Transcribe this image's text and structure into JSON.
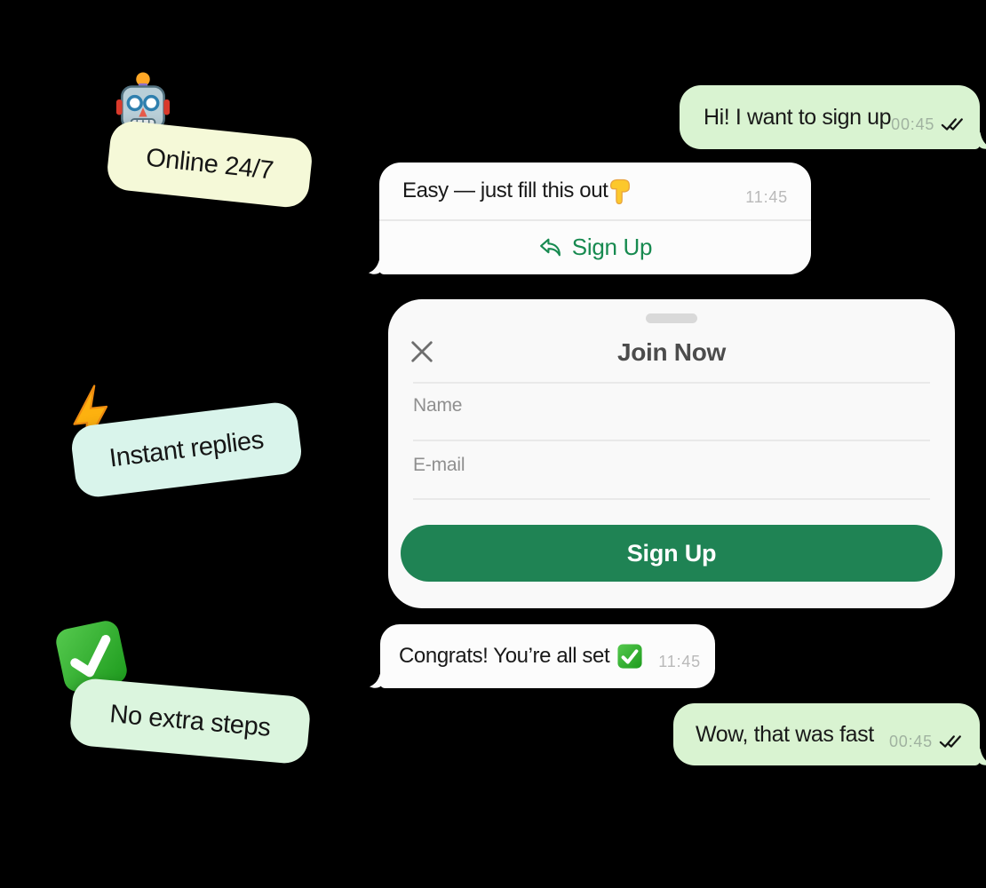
{
  "stickers": {
    "online": {
      "label": "Online 24/7",
      "icon": "robot-emoji",
      "bg": "#f5f9d8"
    },
    "instant": {
      "label": "Instant replies",
      "icon": "lightning-emoji",
      "bg": "#d9f4eb"
    },
    "noextra": {
      "label": "No extra steps",
      "icon": "check-emoji",
      "bg": "#dbf5de"
    }
  },
  "chat": {
    "outgoing_1": {
      "text": "Hi! I want to sign up",
      "time": "00:45",
      "status_icon": "double-check-icon"
    },
    "bot_prompt": {
      "text": "Easy — just fill this out",
      "icon": "pointing-down-emoji",
      "time": "11:45",
      "action_label": "Sign Up",
      "action_icon": "reply-arrow-icon"
    },
    "confirmation": {
      "text": "Congrats! You’re all set",
      "icon": "check-emoji",
      "time": "11:45"
    },
    "outgoing_2": {
      "text": "Wow, that was fast",
      "time": "00:45",
      "status_icon": "double-check-icon"
    }
  },
  "form": {
    "title": "Join Now",
    "close_icon": "x-icon",
    "drag_handle": "sheet-drag-handle",
    "fields": [
      {
        "placeholder": "Name"
      },
      {
        "placeholder": "E-mail"
      }
    ],
    "submit_label": "Sign Up"
  },
  "colors": {
    "background": "#000000",
    "bubble_outgoing": "#d9f3d1",
    "bubble_incoming": "#fcfcfc",
    "sheet_bg": "#f9f9f9",
    "accent_green": "#178a50",
    "button_green": "#1f8354",
    "text_dark": "#191919",
    "title_gray": "#4c4c4c",
    "placeholder_gray": "#8f8f8f",
    "timestamp_on_green": "#a0b2a0",
    "timestamp_on_white": "#b9b9b9"
  }
}
